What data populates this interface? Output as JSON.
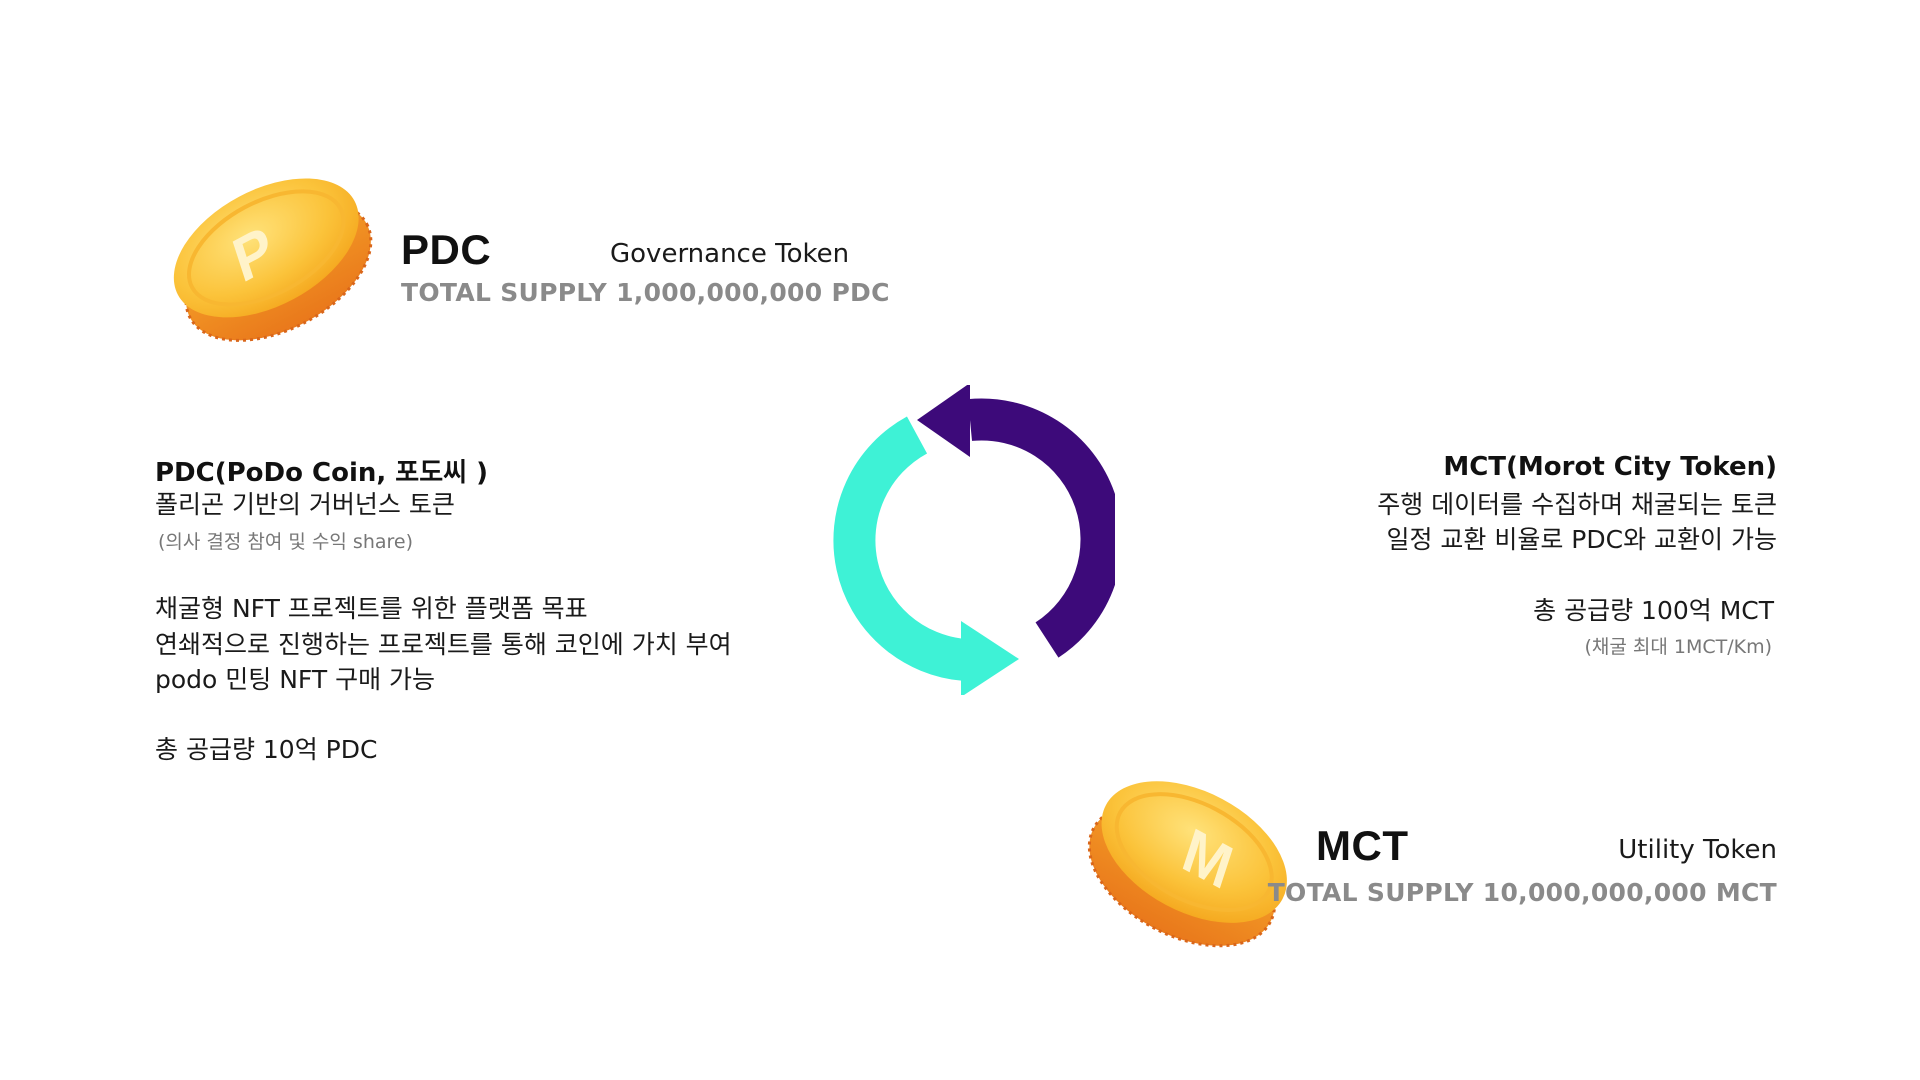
{
  "pdc": {
    "coin_letter": "P",
    "name": "PDC",
    "type": "Governance Token",
    "supply": "TOTAL SUPPLY 1,000,000,000 PDC",
    "heading": "PDC(PoDo Coin, 포도씨 )",
    "desc1": "폴리곤 기반의 거버넌스 토큰",
    "desc1_note": "(의사 결정 참여 및 수익 share)",
    "desc2": "채굴형 NFT 프로젝트를 위한 플랫폼 목표",
    "desc3": "연쇄적으로 진행하는 프로젝트를 통해 코인에 가치 부여",
    "desc4": "podo 민팅 NFT 구매 가능",
    "total": "총 공급량 10억 PDC"
  },
  "mct": {
    "coin_letter": "M",
    "name": "MCT",
    "type": "Utility Token",
    "supply": "TOTAL SUPPLY 10,000,000,000 MCT",
    "heading": "MCT(Morot City Token)",
    "desc1": "주행 데이터를 수집하며 채굴되는 토큰",
    "desc2": "일정 교환 비율로 PDC와 교환이 가능",
    "total": "총 공급량 100억 MCT",
    "total_note": "(채굴 최대 1MCT/Km)"
  },
  "colors": {
    "coin_gold": "#F9B520",
    "coin_edge": "#F08C1A",
    "arrow_purple": "#3D0A7A",
    "arrow_teal": "#3EF2D6"
  },
  "icons": [
    "pdc-coin-icon",
    "mct-coin-icon",
    "exchange-cycle-icon"
  ]
}
